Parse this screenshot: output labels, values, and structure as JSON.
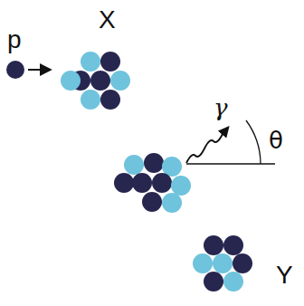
{
  "diagram": {
    "labels": [
      "p",
      "X",
      "γ",
      "θ",
      "Y"
    ]
  }
}
